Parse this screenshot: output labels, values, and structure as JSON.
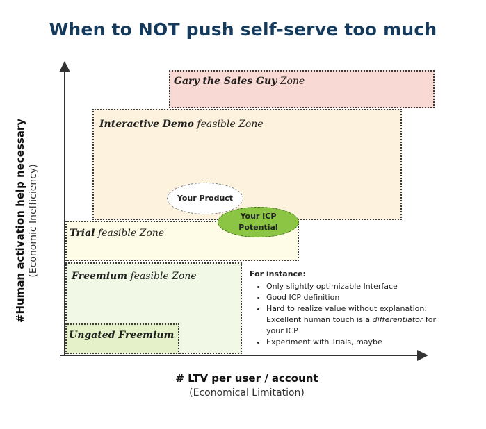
{
  "title": "When to NOT push self-serve too much",
  "y_axis": {
    "label": "#Human activation help necessary",
    "sublabel": "(Economic Inefficiency)"
  },
  "x_axis": {
    "label": "# LTV per user / account",
    "sublabel": "(Economical Limitation)"
  },
  "zones": {
    "gary": {
      "bold": "Gary the Sales Guy",
      "rest": " Zone",
      "color": "#f9d9d3"
    },
    "demo": {
      "bold": "Interactive Demo",
      "rest": " feasible Zone",
      "color": "#fdf2dd"
    },
    "trial": {
      "bold": "Trial",
      "rest": " feasible Zone",
      "color": "#fefbe6"
    },
    "freemium": {
      "bold": "Freemium",
      "rest": " feasible Zone",
      "color": "#f1f8e6"
    },
    "ungated": {
      "bold": "Ungated Freemium",
      "rest": "",
      "color": "#e5f2c9"
    }
  },
  "your_product": {
    "label": "Your Product"
  },
  "icp": {
    "line1": "Your ICP",
    "line2": "Potential",
    "color": "#8bc543"
  },
  "instance": {
    "heading": "For instance:",
    "items": [
      {
        "text": "Only slightly optimizable Interface"
      },
      {
        "text": "Good ICP definition"
      },
      {
        "pre": "Hard to realize value without explanation: Excellent human touch is a ",
        "em": "differentiator",
        "post": " for your ICP"
      },
      {
        "text": "Experiment with Trials, maybe"
      }
    ]
  }
}
